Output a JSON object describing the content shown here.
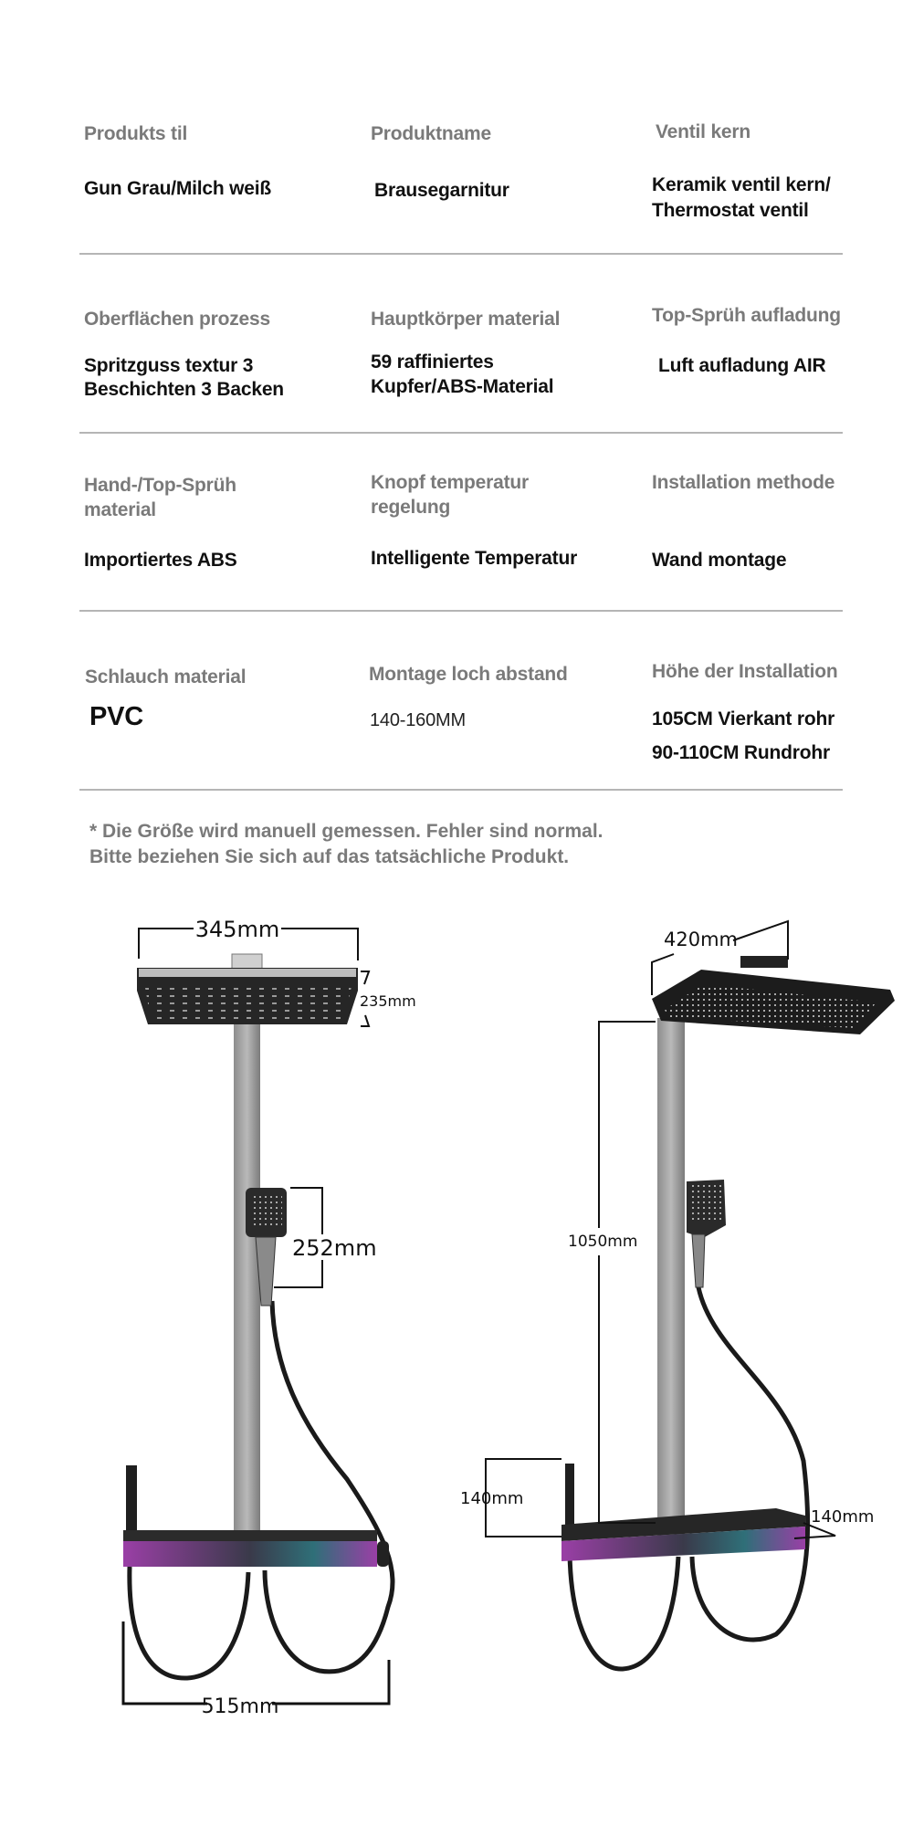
{
  "specs": [
    {
      "label": "Produkts til",
      "value": [
        "Gun Grau/Milch weiß"
      ]
    },
    {
      "label": "Produktname",
      "value": [
        "Brausegarnitur"
      ]
    },
    {
      "label": "Ventil kern",
      "value": [
        "Keramik ventil kern/",
        "Thermostat ventil"
      ]
    },
    {
      "label": "Oberflächen prozess",
      "value": [
        "Spritzguss textur 3",
        "Beschichten 3 Backen"
      ]
    },
    {
      "label": "Hauptkörper material",
      "value": [
        "59 raffiniertes",
        "Kupfer/ABS-Material"
      ]
    },
    {
      "label": "Top-Sprüh aufladung",
      "value": [
        "Luft aufladung AIR"
      ]
    },
    {
      "label": [
        "Hand-/Top-Sprüh",
        "material"
      ],
      "value": [
        "Importiertes ABS"
      ]
    },
    {
      "label": [
        "Knopf temperatur",
        "regelung"
      ],
      "value": [
        "Intelligente Temperatur"
      ]
    },
    {
      "label": "Installation methode",
      "value": [
        "Wand montage"
      ]
    },
    {
      "label": "Schlauch material",
      "value": [
        "PVC"
      ]
    },
    {
      "label": "Montage loch abstand",
      "value": [
        "140-160MM"
      ]
    },
    {
      "label": "Höhe der Installation",
      "value": [
        "105CM Vierkant rohr",
        "90-110CM Rundrohr"
      ]
    }
  ],
  "note": [
    "* Die Größe wird manuell gemessen. Fehler sind normal.",
    "Bitte beziehen Sie sich auf das tatsächliche Produkt."
  ],
  "dimensions": {
    "front": {
      "head_width": "345mm",
      "head_depth": "235mm",
      "hand_shower": "252mm",
      "total_width": "515mm"
    },
    "side": {
      "head_width": "420mm",
      "height": "1050mm",
      "spout_height": "140mm",
      "shelf_depth": "140mm"
    }
  }
}
